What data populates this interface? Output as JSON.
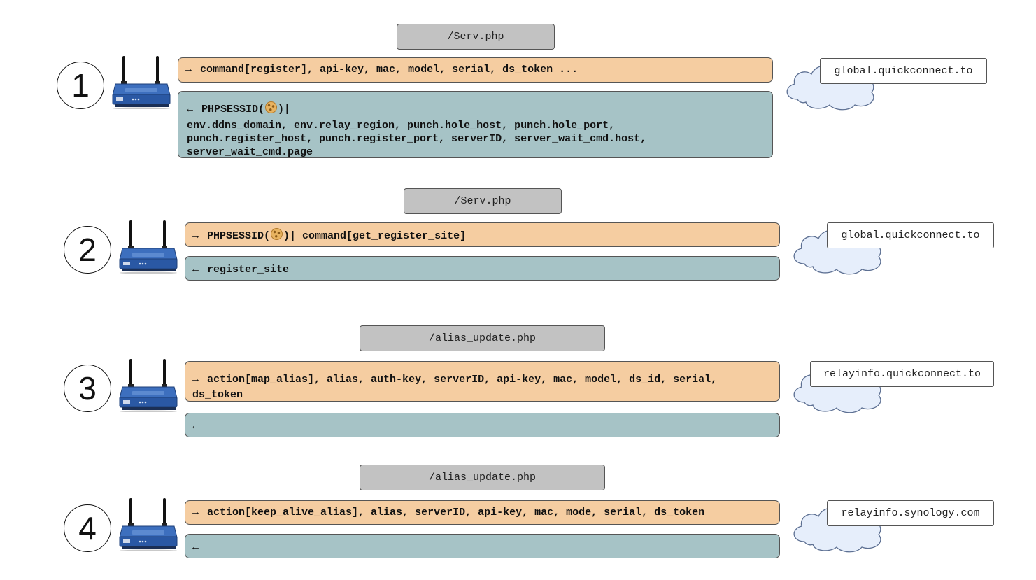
{
  "steps": [
    {
      "number": "1",
      "endpoint": "/Serv.php",
      "request_arrow": "→",
      "request": "command[register], api-key, mac, model, serial, ds_token ...",
      "response_arrow": "←",
      "response_prefix": "PHPSESSID(",
      "response_suffix": ")|",
      "response_lines": [
        "env.ddns_domain, env.relay_region, punch.hole_host, punch.hole_port,",
        "punch.register_host, punch.register_port, serverID, server_wait_cmd.host,",
        "server_wait_cmd.page"
      ],
      "host": "global.quickconnect.to"
    },
    {
      "number": "2",
      "endpoint": "/Serv.php",
      "request_arrow": "→",
      "request_prefix": "PHPSESSID(",
      "request_suffix": ")| command[get_register_site]",
      "response_arrow": "←",
      "response": "register_site",
      "host": "global.quickconnect.to"
    },
    {
      "number": "3",
      "endpoint": "/alias_update.php",
      "request_arrow": "→",
      "request": "action[map_alias], alias, auth-key, serverID, api-key, mac, model, ds_id, serial,",
      "request_line2": "ds_token",
      "response_arrow": "←",
      "host": "relayinfo.quickconnect.to"
    },
    {
      "number": "4",
      "endpoint": "/alias_update.php",
      "request_arrow": "→",
      "request": "action[keep_alive_alias], alias, serverID, api-key, mac, mode, serial, ds_token",
      "response_arrow": "←",
      "host": "relayinfo.synology.com"
    }
  ],
  "icons": {
    "router": "wireless-router-icon",
    "cloud": "cloud-icon",
    "cookie": "cookie-icon"
  },
  "colors": {
    "request": "#f5cda1",
    "response": "#a6c3c6",
    "endpoint": "#c2c2c2",
    "router": "#2f5fae"
  }
}
